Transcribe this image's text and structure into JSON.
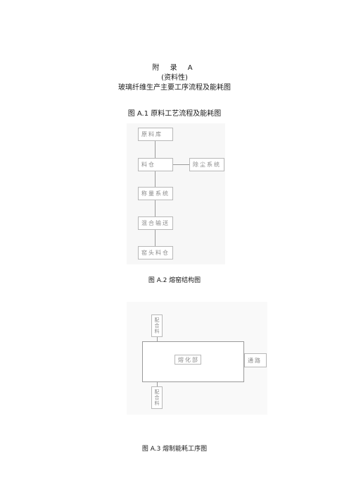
{
  "annex": {
    "label": "附 录 A",
    "type": "(资料性)",
    "title": "玻璃纤维生产主要工序流程及能耗图"
  },
  "figure1": {
    "caption": "图 A.1 原料工艺流程及能耗图",
    "boxes": {
      "raw_material_store": "原料库",
      "material_bin": "料仓",
      "dust_removal": "除尘系统",
      "weighing": "称量系统",
      "mix_convey": "混合输送",
      "kiln_head_bin": "窑头料仓"
    }
  },
  "figure2": {
    "caption": "图 A.2 熔窑结构图",
    "boxes": {
      "batch_top": "配合料",
      "melting_section": "熔化部",
      "channel": "通路",
      "batch_bottom": "配合料"
    }
  },
  "figure3": {
    "caption": "图 A.3 熔制能耗工序图"
  }
}
